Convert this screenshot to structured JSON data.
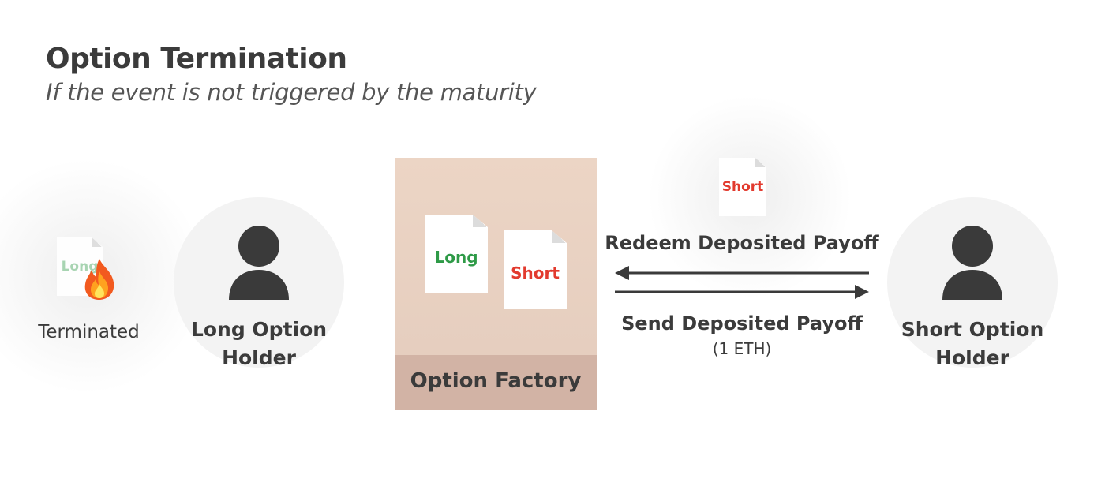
{
  "header": {
    "title": "Option Termination",
    "subtitle": "If the event is not triggered by the maturity"
  },
  "terminated": {
    "doc_label": "Long",
    "caption": "Terminated",
    "icon": "fire-icon"
  },
  "long_holder": {
    "label_line1": "Long Option",
    "label_line2": "Holder",
    "icon": "user-icon"
  },
  "factory": {
    "label": "Option Factory",
    "doc_long": "Long",
    "doc_short": "Short"
  },
  "flow": {
    "floating_doc": "Short",
    "redeem": "Redeem Deposited Payoff",
    "send": "Send Deposited Payoff",
    "amount": "(1 ETH)"
  },
  "short_holder": {
    "label_line1": "Short Option",
    "label_line2": "Holder",
    "icon": "user-icon"
  },
  "colors": {
    "long": "#2e9a47",
    "short": "#e23a2e",
    "factory_top": "#ecd5c5",
    "factory_bottom": "#d2b3a5",
    "text": "#3b3b3b"
  }
}
